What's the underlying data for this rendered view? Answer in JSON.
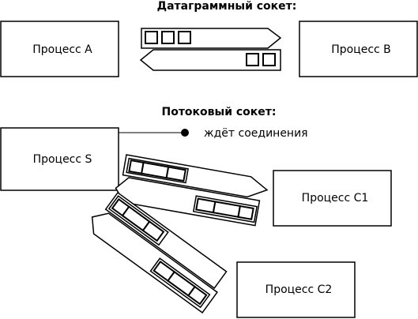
{
  "datagram": {
    "title": "Датаграммный сокет:",
    "process_a": "Процесс A",
    "process_b": "Процесс B"
  },
  "stream": {
    "title": "Потоковый сокет:",
    "process_s": "Процесс S",
    "listen_label": "ждёт соединения",
    "process_c1": "Процесс C1",
    "process_c2": "Процесс C2"
  }
}
